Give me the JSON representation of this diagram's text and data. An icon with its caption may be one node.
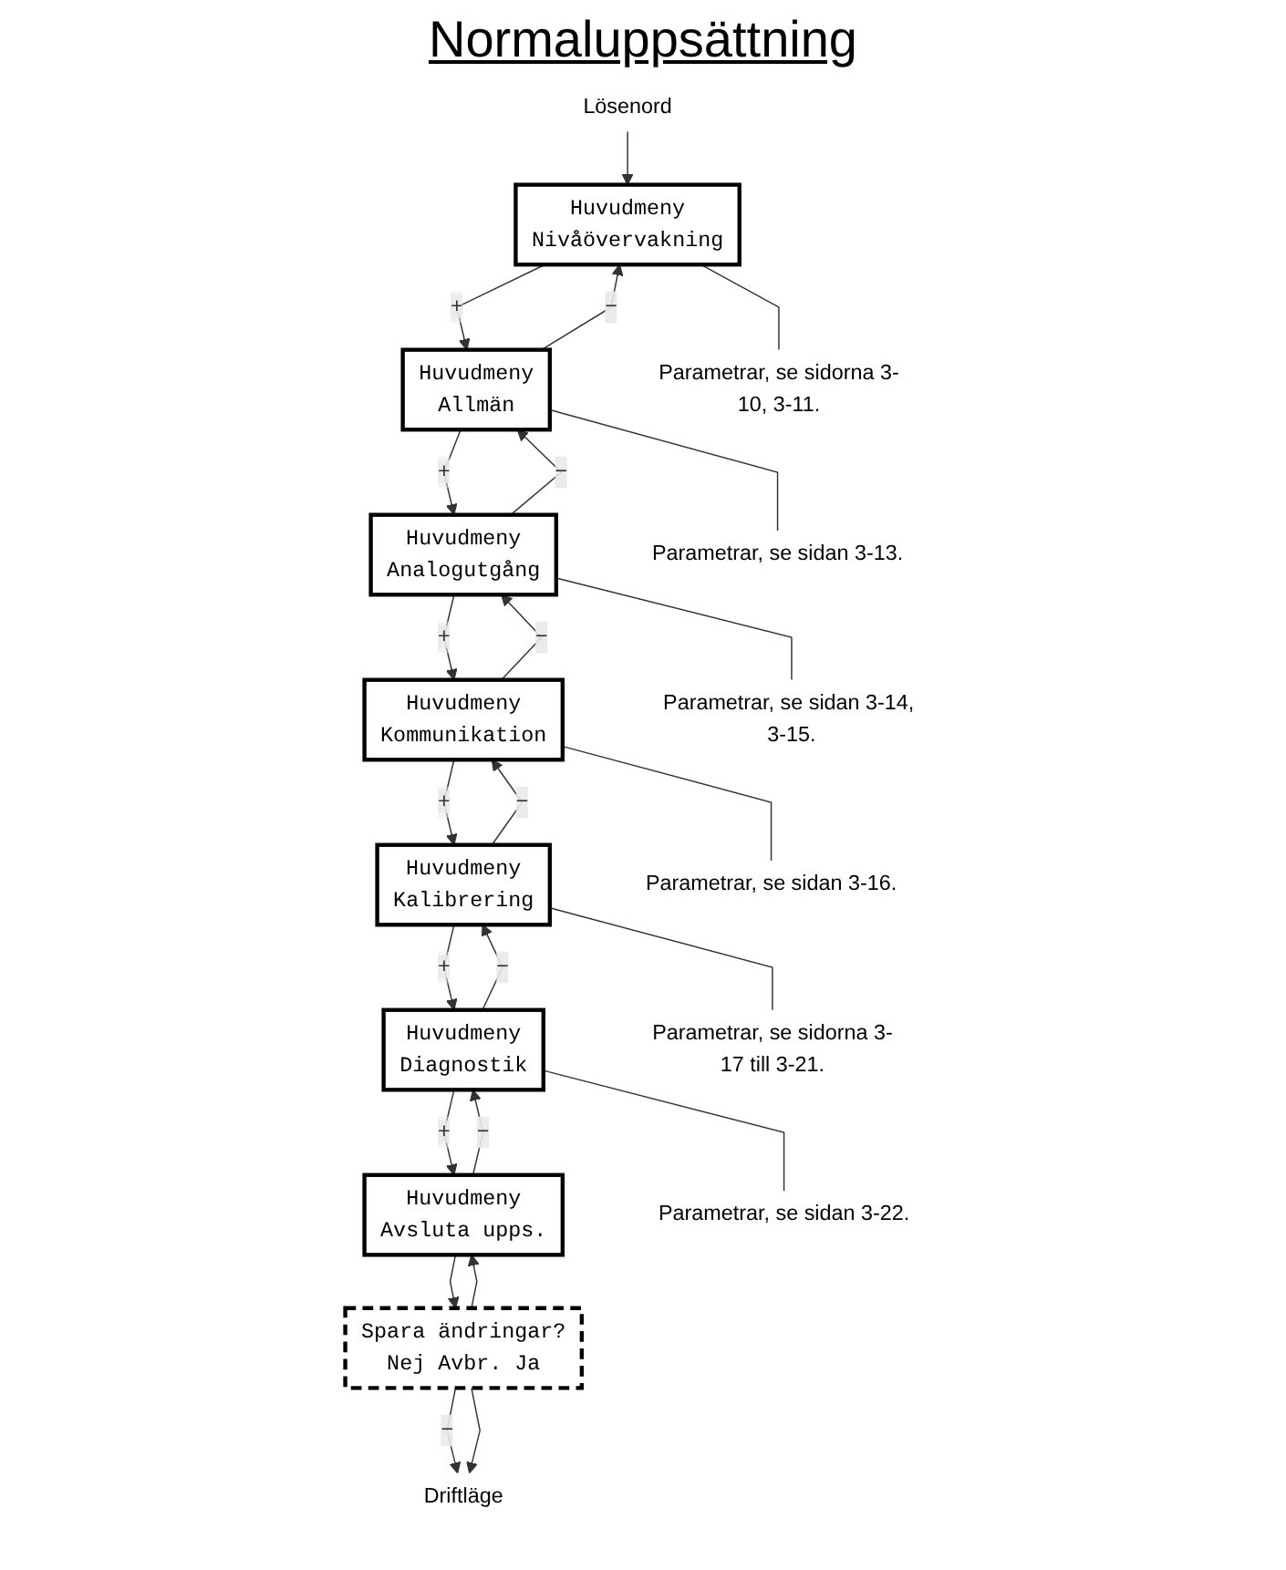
{
  "diagram": {
    "title": "Normaluppsättning",
    "nodes": [
      {
        "text": [
          "Lösenord"
        ]
      },
      {
        "text": [
          "Huvudmeny",
          "Nivåövervakning"
        ]
      },
      {
        "text": [
          "Huvudmeny",
          "Allmän"
        ]
      },
      {
        "text": [
          "Huvudmeny",
          "Analogutgång"
        ]
      },
      {
        "text": [
          "Huvudmeny",
          "Kommunikation"
        ]
      },
      {
        "text": [
          "Huvudmeny",
          "Kalibrering"
        ]
      },
      {
        "text": [
          "Huvudmeny",
          "Diagnostik"
        ]
      },
      {
        "text": [
          "Huvudmeny",
          "Avsluta upps."
        ]
      },
      {
        "text": [
          "Parametrar, se sidorna 3-10, 3-11."
        ]
      },
      {
        "text": [
          "Parametrar, se sidan 3-13."
        ]
      },
      {
        "text": [
          "Parametrar, se sidan 3-14, 3-15."
        ]
      },
      {
        "text": [
          "Parametrar, se sidan 3-16."
        ]
      },
      {
        "text": [
          "Parametrar, se sidorna 3-17 till 3-21."
        ]
      },
      {
        "text": [
          "Parametrar, se sidan 3-22."
        ]
      },
      {
        "text": [
          "Spara ändringar?",
          "Nej Avbr. Ja"
        ]
      },
      {
        "text": [
          "Driftläge"
        ]
      }
    ],
    "edges": [
      {
        "from": 0,
        "to": 1,
        "arrow": "to"
      },
      {
        "from": 1,
        "to": 8,
        "arrow": "none"
      },
      {
        "from": 1,
        "to": 2,
        "label": "+",
        "arrow": "to"
      },
      {
        "from": 2,
        "to": 1,
        "label": "−",
        "arrow": "to"
      },
      {
        "from": 2,
        "to": 9,
        "arrow": "none"
      },
      {
        "from": 2,
        "to": 3,
        "label": "+",
        "arrow": "to"
      },
      {
        "from": 3,
        "to": 2,
        "label": "−",
        "arrow": "to"
      },
      {
        "from": 3,
        "to": 10,
        "arrow": "none"
      },
      {
        "from": 3,
        "to": 4,
        "label": "+",
        "arrow": "to"
      },
      {
        "from": 4,
        "to": 3,
        "label": "−",
        "arrow": "to"
      },
      {
        "from": 4,
        "to": 11,
        "arrow": "none"
      },
      {
        "from": 4,
        "to": 5,
        "label": "+",
        "arrow": "to"
      },
      {
        "from": 5,
        "to": 4,
        "label": "−",
        "arrow": "to"
      },
      {
        "from": 5,
        "to": 12,
        "arrow": "none"
      },
      {
        "from": 5,
        "to": 6,
        "label": "+",
        "arrow": "to"
      },
      {
        "from": 6,
        "to": 5,
        "label": "−",
        "arrow": "to"
      },
      {
        "from": 6,
        "to": 13,
        "arrow": "none"
      },
      {
        "from": 6,
        "to": 7,
        "label": "+",
        "arrow": "to"
      },
      {
        "from": 7,
        "to": 6,
        "label": "−",
        "arrow": "to"
      },
      {
        "from": 7,
        "to": 14,
        "arrow": "to"
      },
      {
        "from": 14,
        "to": 15,
        "label": "−",
        "arrow": "to"
      },
      {
        "from": 14,
        "to": 7,
        "arrow": "to"
      },
      {
        "from": 14,
        "to": 15,
        "arrow": "to"
      }
    ]
  }
}
